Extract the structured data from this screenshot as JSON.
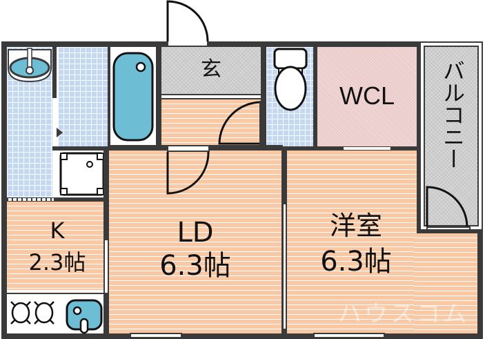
{
  "floor_plan": {
    "rooms": [
      {
        "id": "genkan",
        "label": "玄",
        "type": "entrance"
      },
      {
        "id": "wcl",
        "label": "WCL",
        "type": "walk-in closet"
      },
      {
        "id": "balcony",
        "label": "バルコニー",
        "type": "balcony"
      },
      {
        "id": "kitchen",
        "label": "K",
        "area": "2.3帖"
      },
      {
        "id": "ld",
        "label": "LD",
        "area": "6.3帖"
      },
      {
        "id": "western",
        "label": "洋室",
        "area": "6.3帖"
      },
      {
        "id": "washroom",
        "label": "",
        "type": "washroom"
      },
      {
        "id": "bath",
        "label": "",
        "type": "bathroom"
      },
      {
        "id": "toilet",
        "label": "",
        "type": "toilet"
      },
      {
        "id": "hall",
        "label": "",
        "type": "hallway"
      }
    ],
    "fixtures": [
      "washbasin",
      "bathtub",
      "toilet",
      "washing-machine-pan",
      "gas-stove",
      "kitchen-sink"
    ],
    "watermark": "ハウスコム",
    "colors": {
      "wall": "#3a3a3a",
      "wood_floor": "#f9c9a6",
      "tile": "#c5d8f3",
      "fixture_blue": "#6dbdd5",
      "closet_pink": "#f1d6d6",
      "entrance_grey": "#d6d6d6"
    }
  }
}
